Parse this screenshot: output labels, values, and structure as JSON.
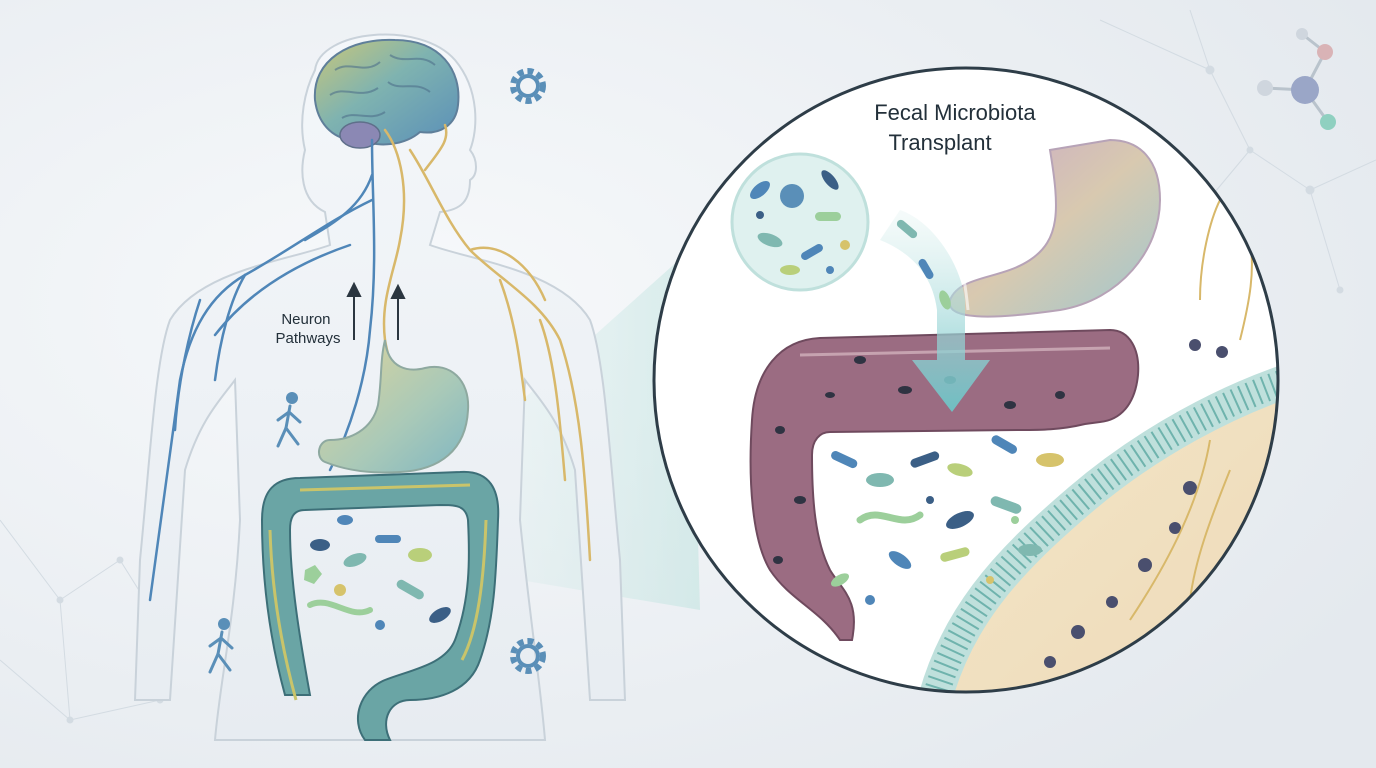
{
  "labels": {
    "neuron_pathways": [
      "Neuron",
      "Pathways"
    ],
    "fmt_title": [
      "Fecal Microbiota",
      "Transplant"
    ]
  },
  "colors": {
    "background": "#eef1f4",
    "vagus_nerve_blue": "#4f86b8",
    "spinal_nerve_gold": "#d8b86a",
    "stomach": "#cfd39a",
    "small_intestine_teal": "#7fb8b0",
    "colon_healthy": "#5f9aa3",
    "colon_recipient": "#9a6f83",
    "transfer_arrow": "#7cc6c7",
    "gut_lining": "#bfe0dc",
    "bacteria_palette": [
      "#4f86b8",
      "#7fb8b0",
      "#b9cf7a",
      "#3b5f86",
      "#9ccf9b",
      "#d6c36b"
    ]
  },
  "icons": [
    "brain-icon",
    "gear-icon",
    "walking-person-icon",
    "molecule-icon",
    "bacteria-sample-icon",
    "arrow-up-icon"
  ]
}
